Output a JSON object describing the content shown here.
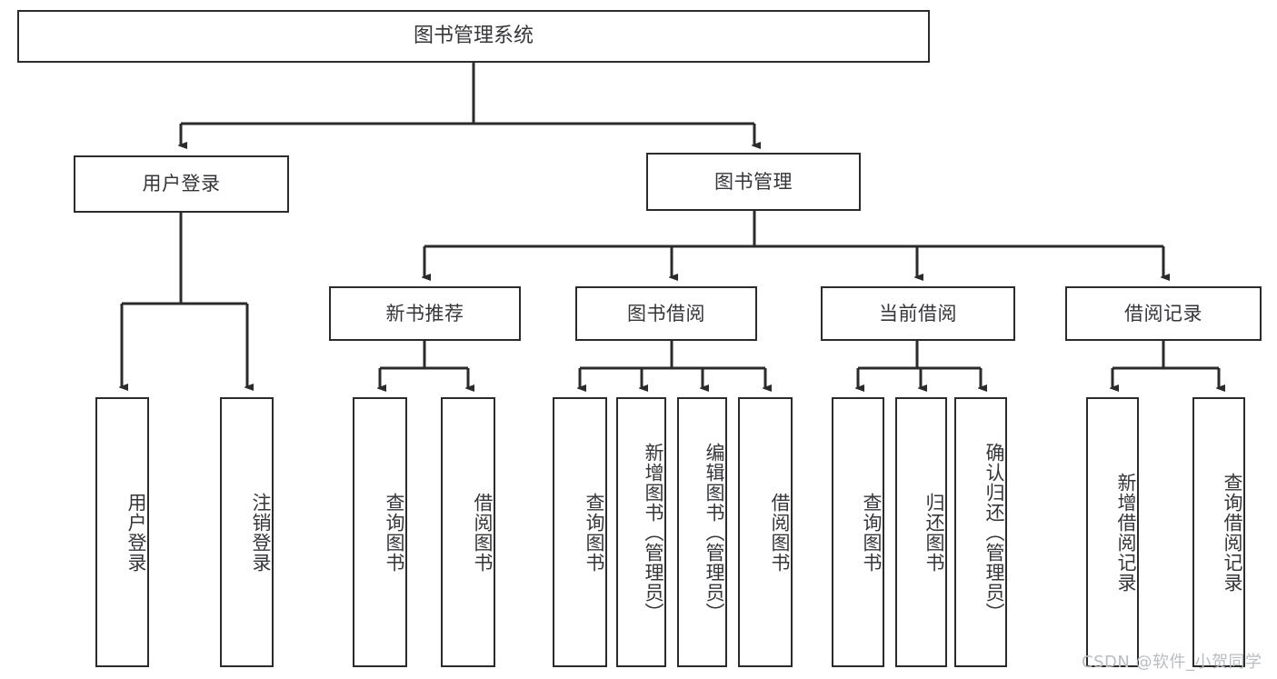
{
  "diagram": {
    "title": "图书管理系统",
    "type": "tree",
    "watermark": "CSDN @软件_小贺同学",
    "colors": {
      "stroke": "#2b2b2b",
      "text": "#35363a",
      "background": "#ffffff",
      "watermark": "#b9bcc0"
    },
    "nodes": {
      "root": {
        "label": "图书管理系统"
      },
      "level1": [
        {
          "label": "用户登录"
        },
        {
          "label": "图书管理"
        }
      ],
      "level2": [
        {
          "label": "新书推荐"
        },
        {
          "label": "图书借阅"
        },
        {
          "label": "当前借阅"
        },
        {
          "label": "借阅记录"
        }
      ],
      "leaves": {
        "user_login": [
          {
            "label": "用户登录"
          },
          {
            "label": "注销登录"
          }
        ],
        "new_book": [
          {
            "label": "查询图书"
          },
          {
            "label": "借阅图书"
          }
        ],
        "book_borrow": [
          {
            "label": "查询图书"
          },
          {
            "label": "新增图书（管理员）"
          },
          {
            "label": "编辑图书（管理员）"
          },
          {
            "label": "借阅图书"
          }
        ],
        "current_borrow": [
          {
            "label": "查询图书"
          },
          {
            "label": "归还图书"
          },
          {
            "label": "确认归还（管理员）"
          }
        ],
        "borrow_record": [
          {
            "label": "新增借阅记录"
          },
          {
            "label": "查询借阅记录"
          }
        ]
      }
    }
  }
}
